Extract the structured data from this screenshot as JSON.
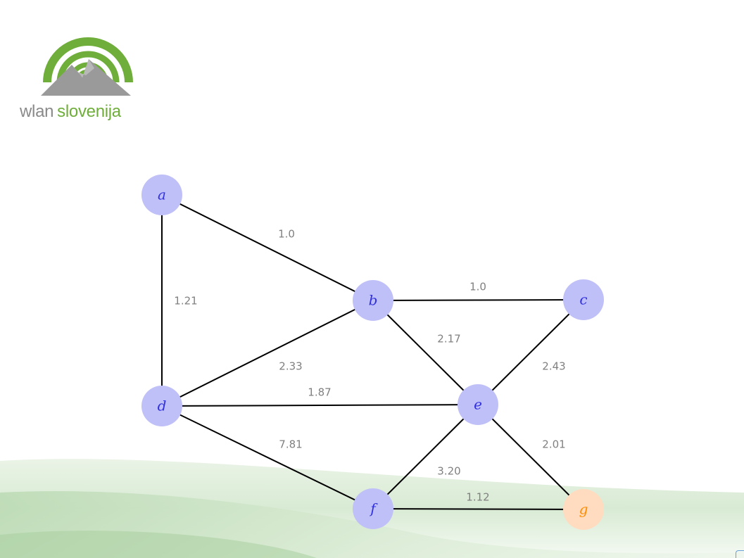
{
  "logo": {
    "word1": "wlan",
    "word2": "slovenija",
    "colors": {
      "green": "#6fae3a",
      "gray": "#8a8a8a",
      "mountain": "#9a9a9a"
    }
  },
  "graph": {
    "nodes": [
      {
        "id": "a",
        "label": "a",
        "highlight": false
      },
      {
        "id": "b",
        "label": "b",
        "highlight": false
      },
      {
        "id": "c",
        "label": "c",
        "highlight": false
      },
      {
        "id": "d",
        "label": "d",
        "highlight": false
      },
      {
        "id": "e",
        "label": "e",
        "highlight": false
      },
      {
        "id": "f",
        "label": "f",
        "highlight": false
      },
      {
        "id": "g",
        "label": "g",
        "highlight": true
      }
    ],
    "edges": [
      {
        "from": "a",
        "to": "b",
        "weight": "1.0"
      },
      {
        "from": "a",
        "to": "d",
        "weight": "1.21"
      },
      {
        "from": "b",
        "to": "c",
        "weight": "1.0"
      },
      {
        "from": "b",
        "to": "e",
        "weight": "2.17"
      },
      {
        "from": "b",
        "to": "d",
        "weight": "2.33"
      },
      {
        "from": "c",
        "to": "e",
        "weight": "2.43"
      },
      {
        "from": "d",
        "to": "e",
        "weight": "1.87"
      },
      {
        "from": "d",
        "to": "f",
        "weight": "7.81"
      },
      {
        "from": "e",
        "to": "g",
        "weight": "2.01"
      },
      {
        "from": "e",
        "to": "f",
        "weight": "3.20"
      },
      {
        "from": "f",
        "to": "g",
        "weight": "1.12"
      }
    ],
    "colors": {
      "node_fill": "#c0c0f8",
      "node_text": "#3030e0",
      "highlight_fill": "#ffdcc0",
      "highlight_text": "#ff8c00",
      "edge": "#000000",
      "weight_text": "#808080"
    }
  }
}
